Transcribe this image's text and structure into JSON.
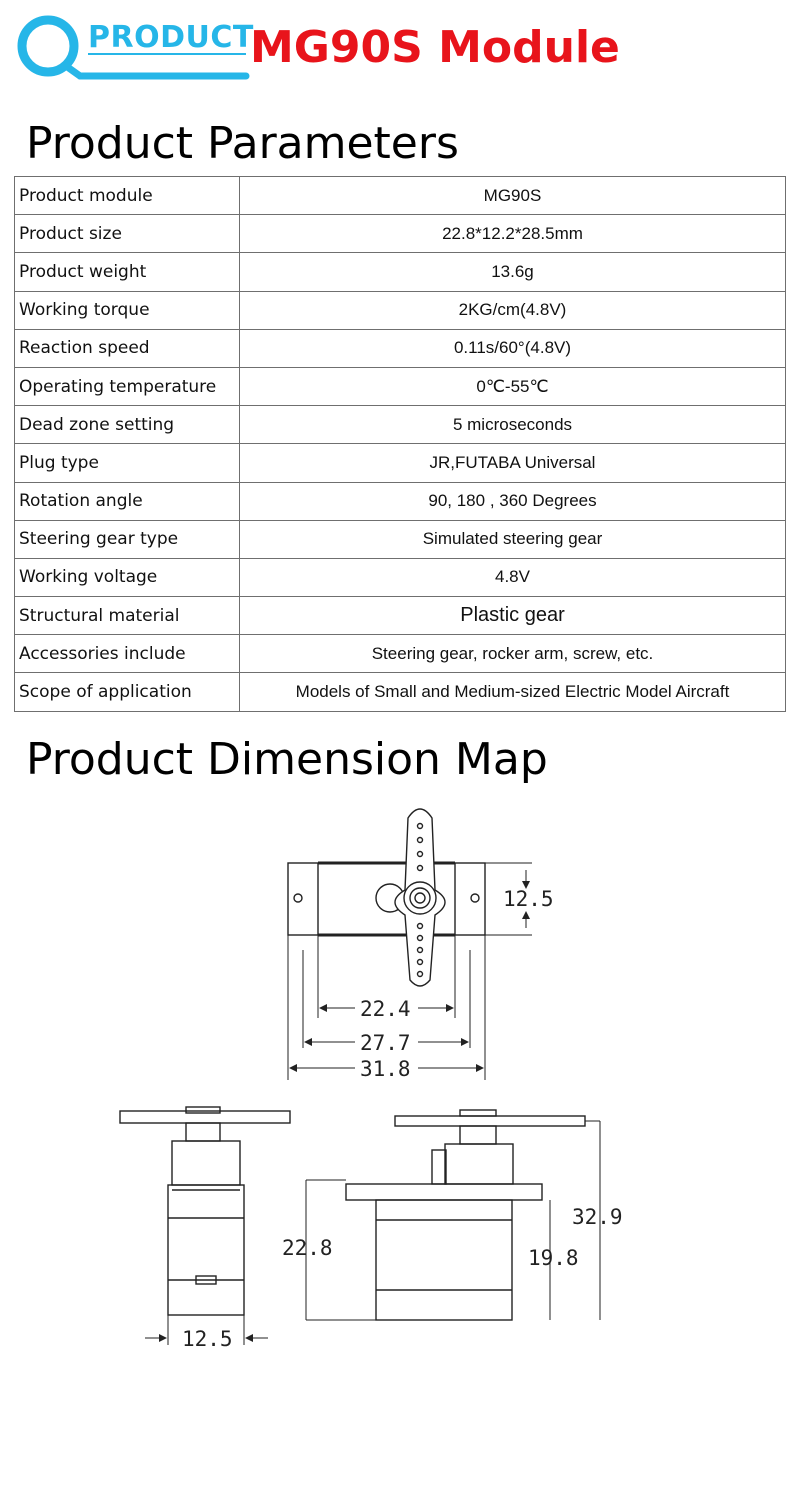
{
  "header": {
    "logo_text": "PRODUCT",
    "title": "MG90S Module",
    "colors": {
      "logo": "#26b6e8",
      "title": "#e8141b"
    }
  },
  "params": {
    "heading": "Product Parameters",
    "rows": [
      {
        "key": "Product module",
        "value": "MG90S"
      },
      {
        "key": "Product size",
        "value": "22.8*12.2*28.5mm"
      },
      {
        "key": "Product weight",
        "value": "13.6g"
      },
      {
        "key": "Working torque",
        "value": "2KG/cm(4.8V)"
      },
      {
        "key": "Reaction speed",
        "value": "0.11s/60°(4.8V)"
      },
      {
        "key": "Operating temperature",
        "value": "0℃-55℃"
      },
      {
        "key": "Dead zone setting",
        "value": "5 microseconds"
      },
      {
        "key": "Plug type",
        "value": "JR,FUTABA Universal"
      },
      {
        "key": "Rotation angle",
        "value": "90, 180 , 360 Degrees"
      },
      {
        "key": "Steering gear type",
        "value": "Simulated steering gear"
      },
      {
        "key": "Working voltage",
        "value": "4.8V"
      },
      {
        "key": "Structural material",
        "value": "Plastic gear"
      },
      {
        "key": "Accessories include",
        "value": "Steering gear, rocker arm, screw, etc."
      },
      {
        "key": "Scope of application",
        "value": "Models of Small and Medium-sized Electric Model Aircraft"
      }
    ]
  },
  "dimensions": {
    "heading": "Product Dimension Map",
    "top_view": {
      "height": "12.5",
      "inner_width": "22.4",
      "mid_width": "27.7",
      "outer_width": "31.8"
    },
    "side_view": {
      "width": "12.5"
    },
    "front_view": {
      "total_height": "32.9",
      "body_height": "22.8",
      "case_height": "19.8"
    }
  }
}
